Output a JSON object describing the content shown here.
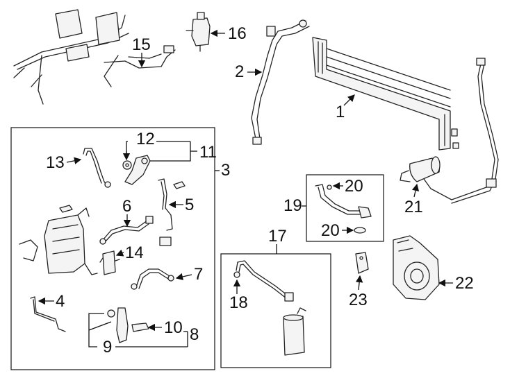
{
  "diagram": {
    "callouts": {
      "c1": "1",
      "c2": "2",
      "c3": "3",
      "c4": "4",
      "c5": "5",
      "c6": "6",
      "c7": "7",
      "c8": "8",
      "c9": "9",
      "c10": "10",
      "c11": "11",
      "c12": "12",
      "c13": "13",
      "c14": "14",
      "c15": "15",
      "c16": "16",
      "c17": "17",
      "c18": "18",
      "c19": "19",
      "c20a": "20",
      "c20b": "20",
      "c21": "21",
      "c22": "22",
      "c23": "23"
    },
    "parts": {
      "condenser": "condenser-icon",
      "discharge_line": "discharge-line-icon",
      "wiring_harness": "wiring-harness-icon",
      "pressure_switch": "pressure-switch-icon",
      "accumulator": "accumulator-icon",
      "compressor": "compressor-icon",
      "evaporator_case": "evaporator-case-icon",
      "receiver_drier": "receiver-drier-icon"
    }
  }
}
